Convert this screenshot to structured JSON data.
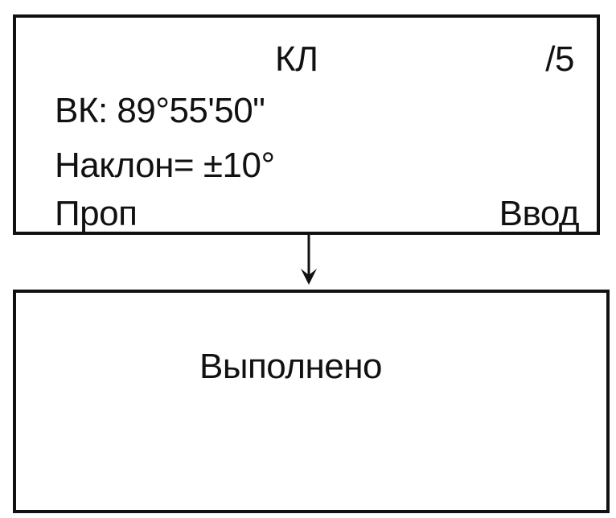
{
  "screen_top": {
    "mode": "КЛ",
    "page": "/5",
    "vertical_circle": "ВК: 89°55'50\"",
    "tilt": "Наклон= ±10°",
    "softkey_left": "Проп",
    "softkey_right": "Ввод"
  },
  "screen_bottom": {
    "message": "Выполнено"
  }
}
